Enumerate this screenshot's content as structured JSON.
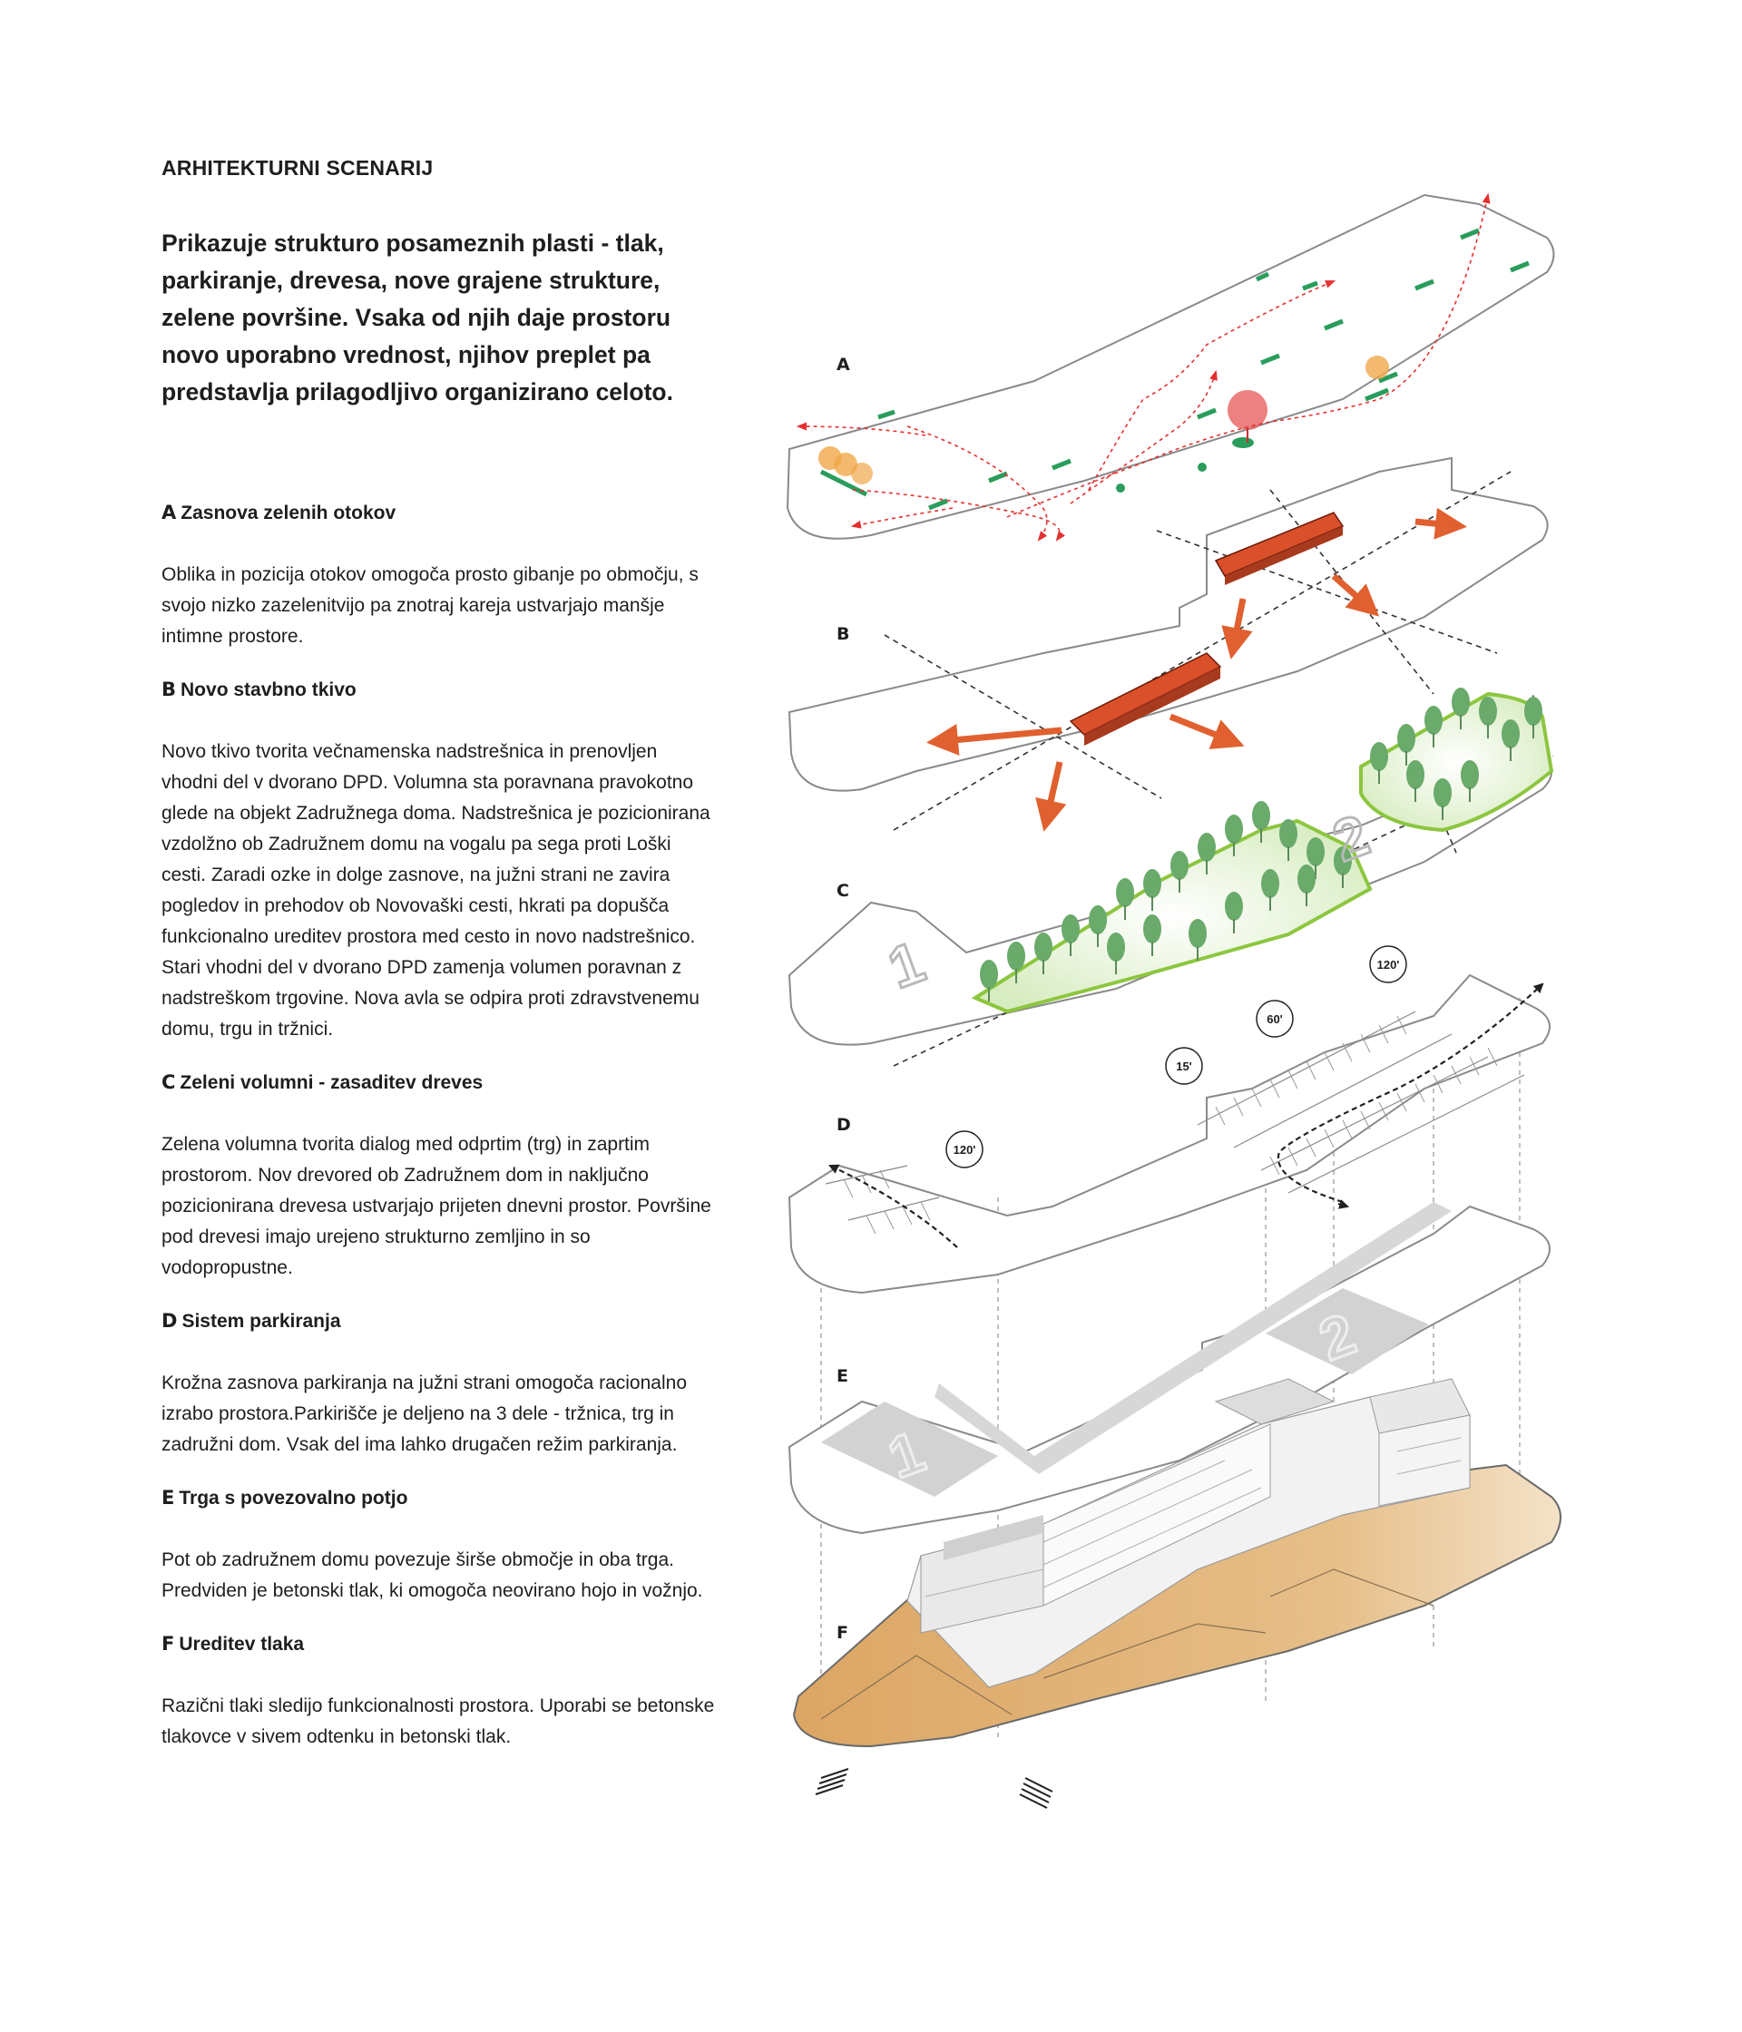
{
  "heading": "ARHITEKTURNI SCENARIJ",
  "intro": "Prikazuje strukturo posameznih plasti - tlak, parkiranje, drevesa, nove grajene strukture, zelene površine. Vsaka od njih daje prostoru novo uporabno vrednost, njihov preplet pa predstavlja prilagodljivo organizirano celoto.",
  "sections": [
    {
      "letter": "A",
      "title": "Zasnova zelenih otokov",
      "body": "Oblika in pozicija otokov omogoča prosto gibanje po območju, s svojo nizko zazelenitvijo pa znotraj kareja ustvarjajo manšje intimne prostore."
    },
    {
      "letter": "B",
      "title": "Novo stavbno tkivo",
      "body": "Novo tkivo tvorita večnamenska nadstrešnica in prenovljen vhodni del v dvorano DPD. Volumna sta poravnana pravokotno glede na objekt Zadružnega doma. Nadstrešnica je pozicionirana vzdolžno ob Zadružnem domu na vogalu pa sega proti Loški cesti. Zaradi ozke in dolge zasnove, na južni strani ne zavira pogledov in prehodov ob Novovaški cesti, hkrati pa dopušča funkcionalno ureditev prostora med cesto in novo nadstrešnico. Stari vhodni del v dvorano DPD zamenja volumen poravnan z nadstreškom trgovine. Nova avla se odpira proti zdravstvenemu domu, trgu in tržnici."
    },
    {
      "letter": "C",
      "title": "Zeleni volumni - zasaditev dreves",
      "body": "Zelena volumna tvorita dialog med odprtim (trg) in zaprtim prostorom. Nov drevored ob Zadružnem dom in naključno pozicionirana drevesa ustvarjajo prijeten dnevni prostor. Površine pod drevesi imajo urejeno strukturno zemljino in so vodopropustne."
    },
    {
      "letter": "D",
      "title": "Sistem parkiranja",
      "body": "Krožna zasnova parkiranja na južni strani omogoča racionalno izrabo prostora.Parkirišče je deljeno na 3 dele - tržnica, trg in zadružni dom. Vsak del ima lahko drugačen režim parkiranja."
    },
    {
      "letter": "E",
      "title": "Trga s povezovalno potjo",
      "body": "Pot ob zadružnem domu povezuje širše območje in oba trga. Predviden je betonski tlak, ki omogoča neovirano hojo in vožnjo."
    },
    {
      "letter": "F",
      "title": "Ureditev tlaka",
      "body": "Razični tlaki sledijo funkcionalnosti prostora. Uporabi se betonske tlakovce v sivem odtenku in betonski tlak."
    }
  ],
  "diagram": {
    "layer_labels": [
      "A",
      "B",
      "C",
      "D",
      "E",
      "F"
    ],
    "parking_times": [
      "120'",
      "60'",
      "15'",
      "120'"
    ],
    "zone_numbers": [
      "1",
      "2",
      "1",
      "2"
    ],
    "colors": {
      "building": "#d9502a",
      "arrow": "#e0602f",
      "tree_outline": "#8cc63f",
      "tree": "#6aaa6a",
      "pavement": "#e1b57a",
      "island_dash": "#2a9d5c",
      "flow": "#e53030",
      "outline": "#8a8a8a"
    }
  }
}
